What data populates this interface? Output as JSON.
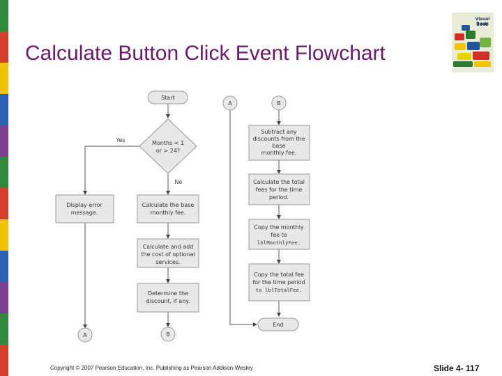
{
  "slide": {
    "title": "Calculate Button Click Event Flowchart",
    "copyright": "Copyright © 2007 Pearson Education, Inc. Publishing as Pearson Addison-Wesley",
    "slide_number": "Slide 4- 117"
  },
  "logo": {
    "line1": "Visual Basic",
    "line2": "2008",
    "colors": [
      "#d22f27",
      "#2a7a2f",
      "#f2c500",
      "#1f55a3",
      "#72b340",
      "#e8d300"
    ]
  },
  "stripe_colors": [
    "#2c8a3a",
    "#d4402a",
    "#f2c400",
    "#2a5fb4",
    "#7a3f8e",
    "#2c8a3a",
    "#d4402a",
    "#f2c400",
    "#2a5fb4",
    "#7a3f8e",
    "#2c8a3a",
    "#d4402a"
  ],
  "flowchart": {
    "start": "Start",
    "decision": [
      "Months < 1",
      "or > 24?"
    ],
    "yes_label": "Yes",
    "no_label": "No",
    "error_box": [
      "Display error",
      "message."
    ],
    "calc_base": [
      "Calculate the base",
      "monthly fee."
    ],
    "calc_optional": [
      "Calculate and add",
      "the cost of optional",
      "services."
    ],
    "determine_discount": [
      "Determine the",
      "discount, if any."
    ],
    "subtract_discounts": [
      "Subtract any",
      "discounts from the",
      "base",
      "monthly fee."
    ],
    "calc_total": [
      "Calculate the total",
      "fees for the time",
      "period."
    ],
    "copy_monthly": [
      "Copy the monthly",
      "fee to",
      "lblMonthlyFee."
    ],
    "copy_total": [
      "Copy the total fee",
      "for the time period",
      "to lblTotalFee."
    ],
    "end": "End",
    "connector_a": "A",
    "connector_b": "B"
  }
}
